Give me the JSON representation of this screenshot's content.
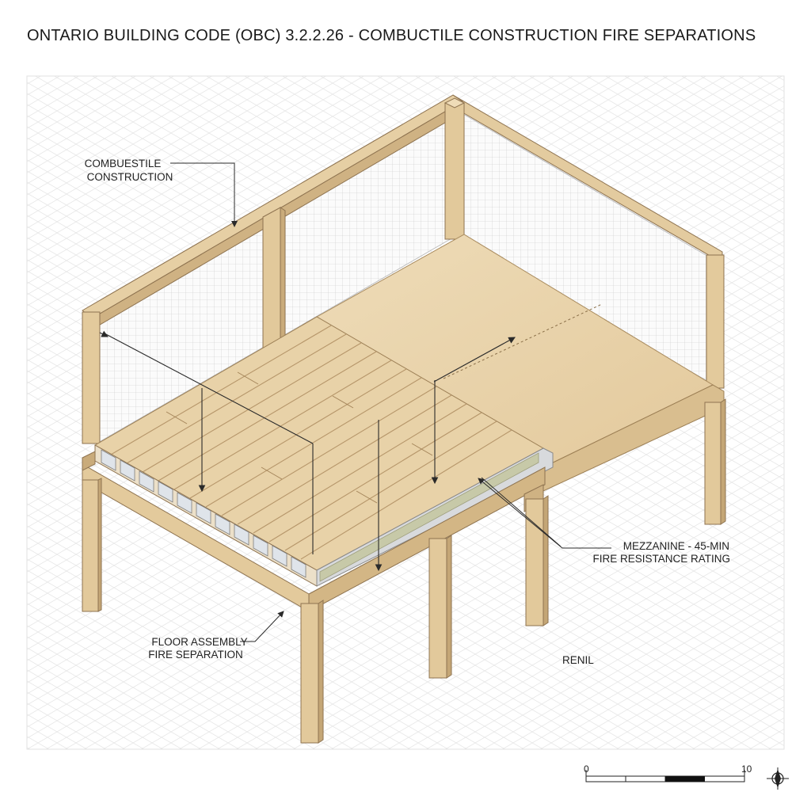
{
  "title": "ONTARIO BUILDING CODE (OBC) 3.2.2.26 - COMBUCTILE CONSTRUCTION FIRE SEPARATIONS",
  "callouts": {
    "combustible": [
      "COMBUESTILE",
      "CONSTRUCTION"
    ],
    "mezzanine": [
      "MEZZANINE - 45-MIN",
      "FIRE RESISTANCE RATING"
    ],
    "floor_assembly": [
      "FLOOR ASSEMBLY",
      "FIRE SEPARATION"
    ],
    "stray_label": "RENIL"
  },
  "scale_bar": {
    "start_label": "0",
    "end_label": "10"
  },
  "icons": [
    "north-arrow-icon"
  ],
  "colors": {
    "wood_light": "#ecd9b4",
    "wood_mid": "#dcc193",
    "wood_dark": "#b99a6b",
    "floor_panel": "#ead6ae",
    "mesh": "#f7f7f7",
    "grid": "#e6e6e6",
    "ink": "#2a2a2a"
  }
}
